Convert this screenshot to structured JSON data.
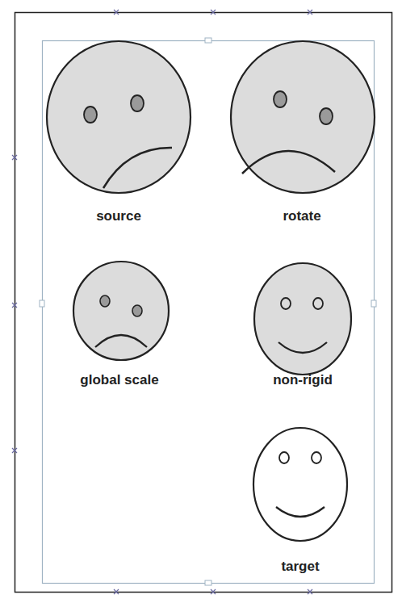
{
  "diagram": {
    "labels": [
      "source",
      "rotate",
      "global scale",
      "non-rigid",
      "target"
    ]
  }
}
